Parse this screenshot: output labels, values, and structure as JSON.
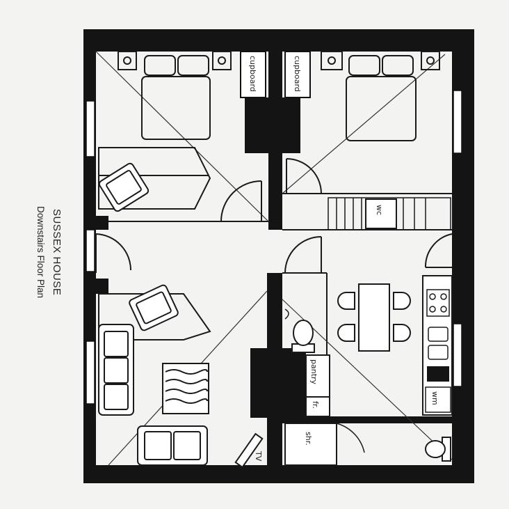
{
  "caption": {
    "title": "SUSSEX HOUSE",
    "subtitle": "Downstairs Floor Plan"
  },
  "labels": {
    "cupboard_left": "cupboard",
    "cupboard_right": "cupboard",
    "wc": "wc",
    "pantry": "pantry",
    "fridge": "fr.",
    "washing_machine": "wm",
    "shower": "shr.",
    "tv": "TV"
  },
  "colors": {
    "wall": "#141414",
    "ink": "#1a1a1a",
    "paper": "#f3f3f1"
  }
}
